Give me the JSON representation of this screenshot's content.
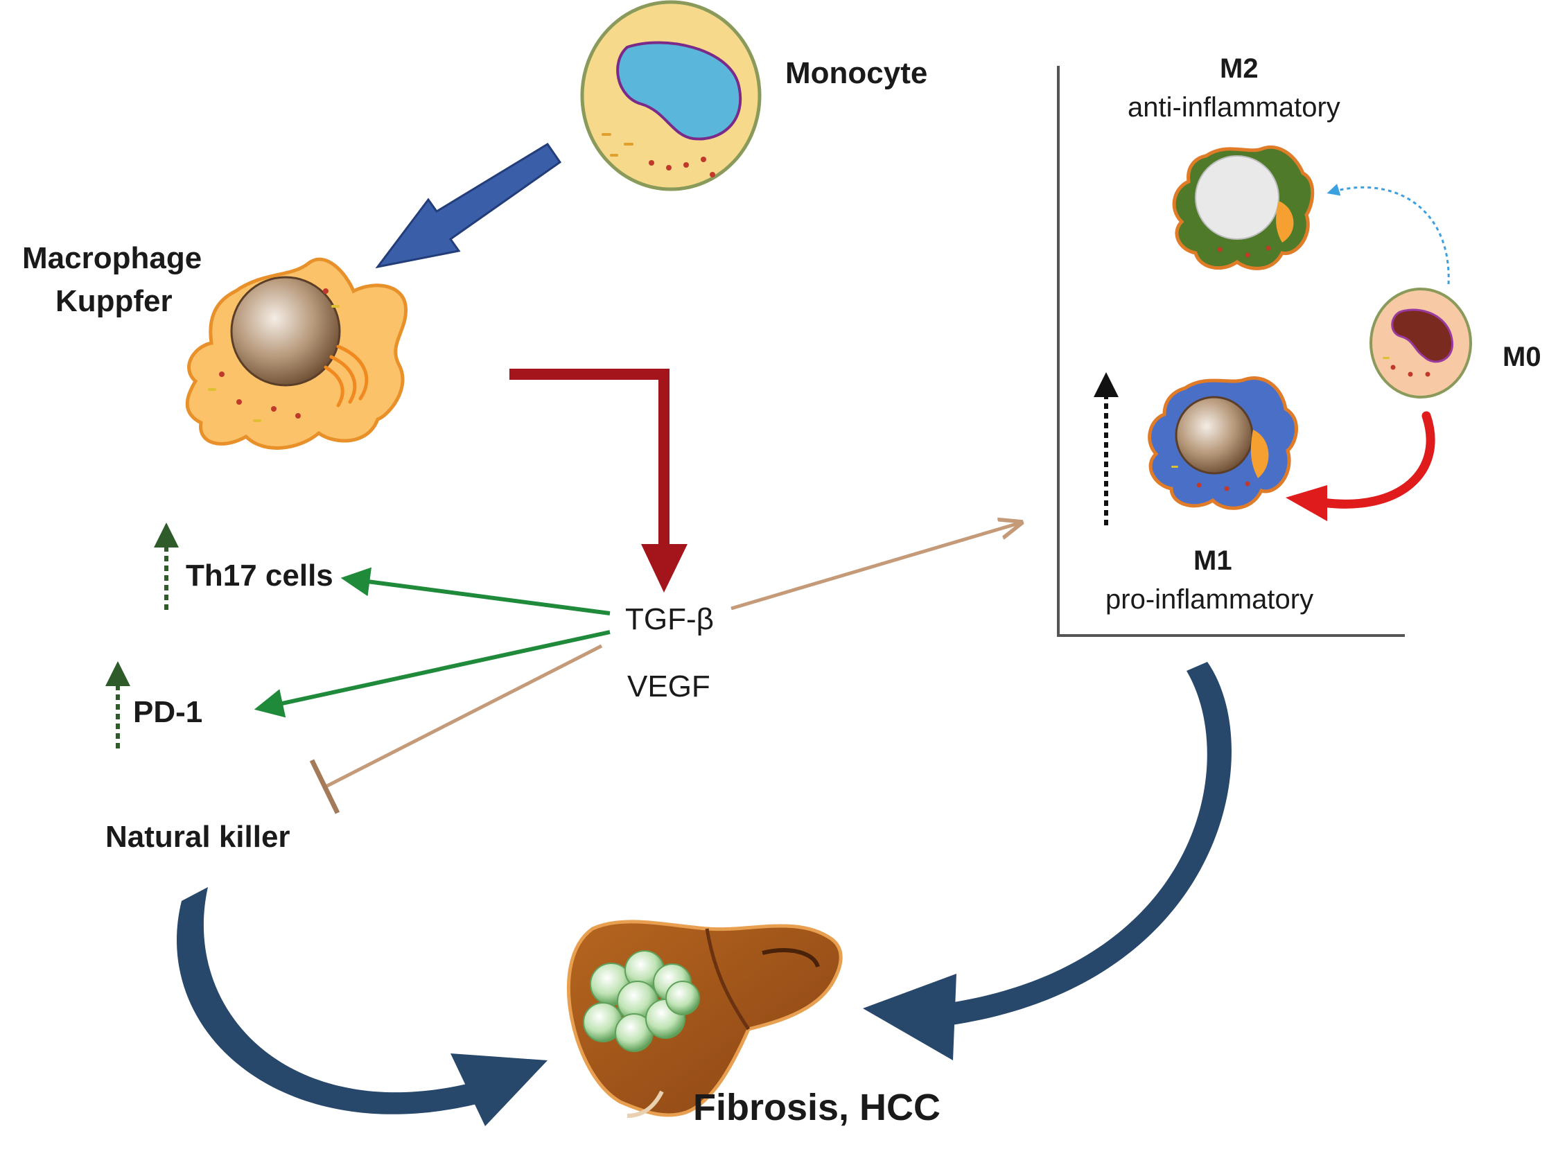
{
  "labels": {
    "monocyte": "Monocyte",
    "macrophage_line1": "Macrophage",
    "macrophage_line2": "Kuppfer",
    "tgf": "TGF-β",
    "vegf": "VEGF",
    "th17": "Th17 cells",
    "pd1": "PD-1",
    "nk": "Natural killer",
    "m2": "M2",
    "m2_sub": "anti-inflammatory",
    "m1": "M1",
    "m1_sub": "pro-inflammatory",
    "m0": "M0",
    "outcome": "Fibrosis, HCC"
  },
  "colors": {
    "blue_arrow": "#3b5ea8",
    "dark_red_arrow": "#a3151a",
    "green_arrow": "#1f8a3a",
    "tan_line": "#c49a78",
    "navy_curve": "#27476b",
    "red_curve": "#e01b1b",
    "cell_cream": "#f6d98b",
    "macrophage_orange": "#fbc26a",
    "m2_green": "#4e7a2a",
    "m1_blue": "#4a6fc7",
    "liver_brown": "#a0561b"
  },
  "icons": [
    "monocyte-cell-icon",
    "macrophage-cell-icon",
    "m2-cell-icon",
    "m1-cell-icon",
    "m0-cell-icon",
    "liver-icon"
  ]
}
